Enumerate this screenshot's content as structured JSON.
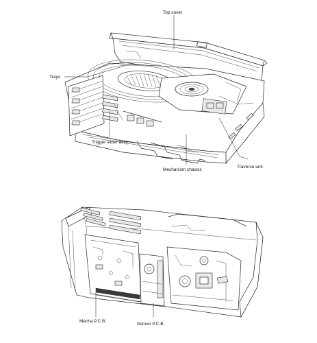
{
  "upper_figure": {
    "labels": {
      "top_cover": "Top cover",
      "trays": "Trays",
      "trigger_slider": "Trigger slider assy",
      "mechanism_chassis": "Mechanism chassis",
      "traverse_unit": "Traverse unit"
    }
  },
  "lower_figure": {
    "labels": {
      "mecha_pcb": "Mecha P.C.B.",
      "sensor_pcb": "Sensor P.C.B."
    }
  }
}
